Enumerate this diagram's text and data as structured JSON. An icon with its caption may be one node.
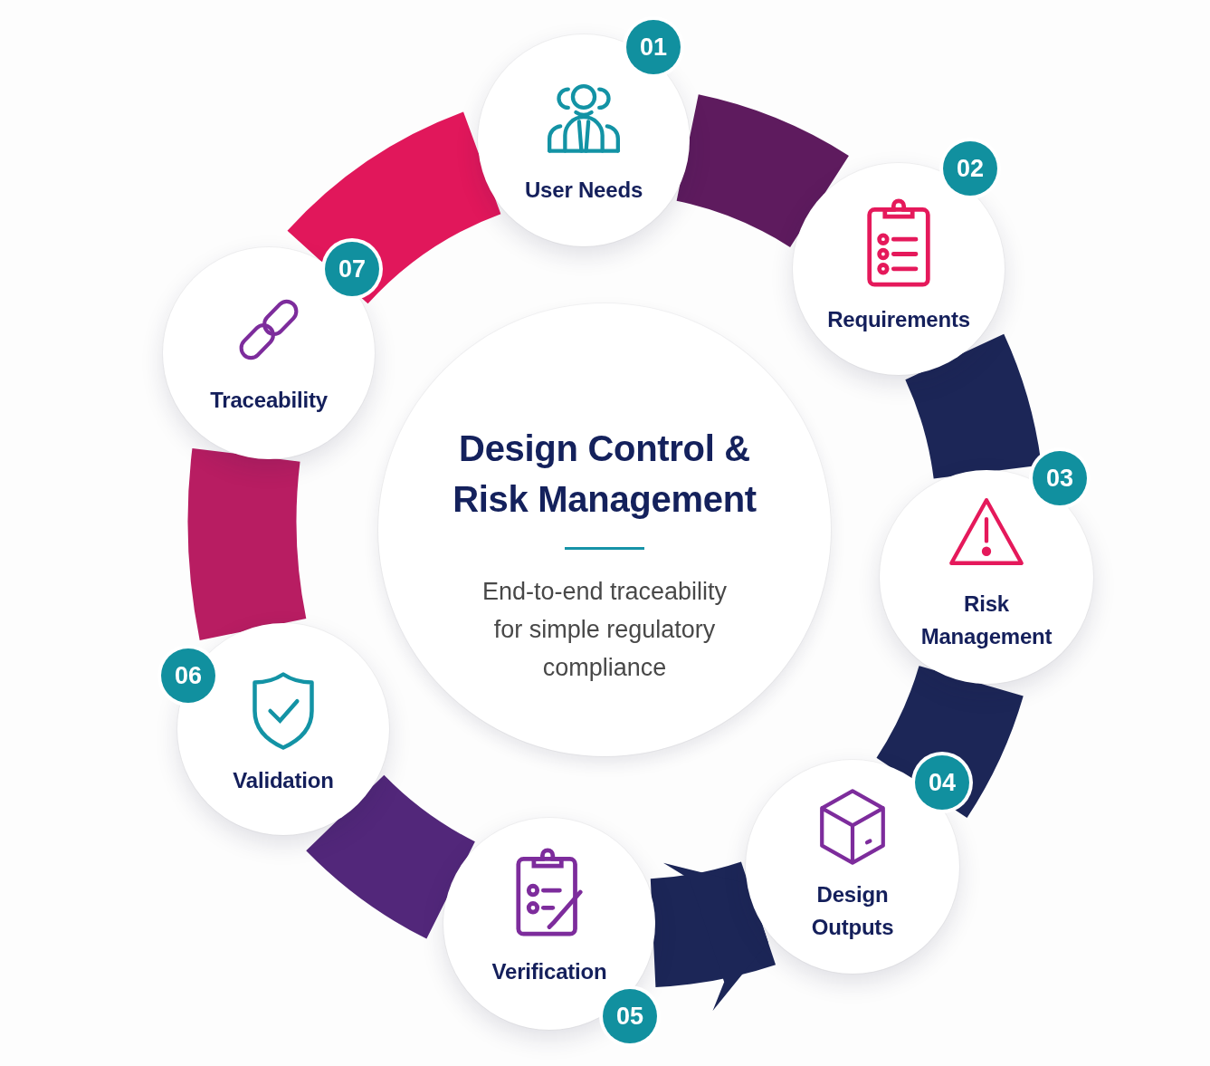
{
  "diagram": {
    "nodes": [
      {
        "text": [
          "01",
          "User Needs"
        ]
      },
      {
        "text": [
          "02",
          "Requirements"
        ]
      },
      {
        "text": [
          "03",
          "Risk Management"
        ]
      },
      {
        "text": [
          "04",
          "Design Outputs"
        ]
      },
      {
        "text": [
          "05",
          "Verification"
        ]
      },
      {
        "text": [
          "06",
          "Validation"
        ]
      },
      {
        "text": [
          "07",
          "Traceability"
        ]
      },
      {
        "text": [
          "Design Control & Risk Management",
          "End-to-end traceability for simple regulatory compliance"
        ]
      }
    ],
    "edges": [
      {
        "from": 0,
        "to": 1,
        "arrow": "none",
        "color": "#5e1b5e"
      },
      {
        "from": 1,
        "to": 2,
        "arrow": "none"
      },
      {
        "from": 2,
        "to": 3,
        "arrow": "none"
      },
      {
        "from": 4,
        "to": 3,
        "arrow": "to"
      },
      {
        "from": 4,
        "to": 5,
        "arrow": "none",
        "color": "#52277a"
      },
      {
        "from": 5,
        "to": 6,
        "arrow": "none",
        "color": "#b81d62"
      },
      {
        "from": 6,
        "to": 0,
        "arrow": "none",
        "color": "#e1175b"
      }
    ]
  }
}
